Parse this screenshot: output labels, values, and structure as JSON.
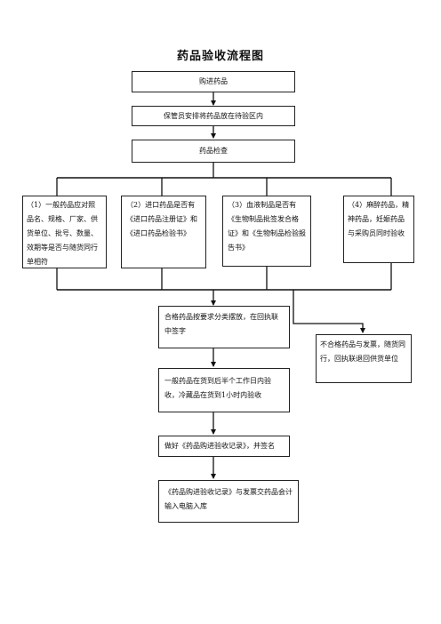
{
  "title": "药品验收流程图",
  "nodes": {
    "purchase": "购进药品",
    "keeper": "保管员安排将药品放在待验区内",
    "inspection": "药品检查",
    "check_general": "（1）一般药品应对照品名、规格、厂家、供货单位、批号、数量、效期等是否与随货同行单相符",
    "check_import": "（2）进口药品是否有《进口药品注册证》和《进口药品检验书》",
    "check_blood": "（3）血液制品是否有《生物制品批签发合格证》和《生物制品检验报告书》",
    "check_narcotic": "（4）麻醉药品，精神药品，妊娠药品与采购员同时验收",
    "qualified": "合格药品按要求分类摆放，在回执联中签字",
    "unqualified": "不合格药品与发票，随货同行，回执联退回供货单位",
    "timing": "一般药品在货到后半个工作日内验收，冷藏品在货到1小时内验收",
    "record": "做好《药品购进验收记录》，并签名",
    "handover": "《药品购进验收记录》与发票交药品会计输入电脑入库"
  }
}
